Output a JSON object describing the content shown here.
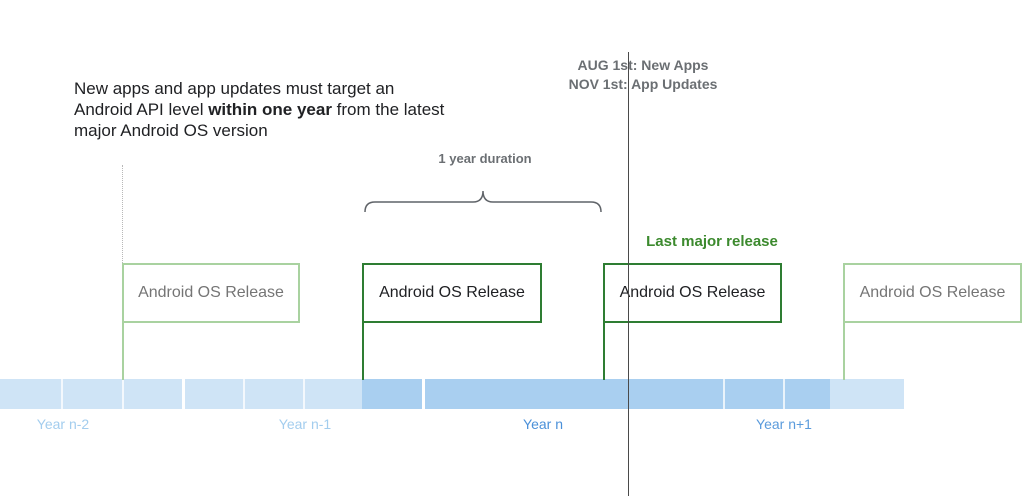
{
  "intro": {
    "part1": "New apps and app updates must target an Android API level ",
    "emphasis": "within one year",
    "part2": " from the latest major Android OS version"
  },
  "deadlines": {
    "new_apps": "AUG 1st: New Apps",
    "app_updates": "NOV 1st: App Updates"
  },
  "duration_label": "1 year duration",
  "last_major_label": "Last major release",
  "releases": [
    {
      "label": "Android OS Release",
      "style": "faded"
    },
    {
      "label": "Android OS Release",
      "style": "strong"
    },
    {
      "label": "Android OS Release",
      "style": "strong"
    },
    {
      "label": "Android OS Release",
      "style": "faded"
    }
  ],
  "years": [
    {
      "label": "Year n-2",
      "color": "#a3cdee"
    },
    {
      "label": "Year n-1",
      "color": "#a3cdee"
    },
    {
      "label": "Year n",
      "color": "#4a90d9"
    },
    {
      "label": "Year n+1",
      "color": "#5a9bdc"
    }
  ],
  "colors": {
    "timeline_light": "#cfe4f6",
    "timeline_medium": "#a9cff0",
    "release_strong": "#2e7d32",
    "release_faded": "#a9d2a0",
    "last_major_text": "#3c8a2e"
  }
}
